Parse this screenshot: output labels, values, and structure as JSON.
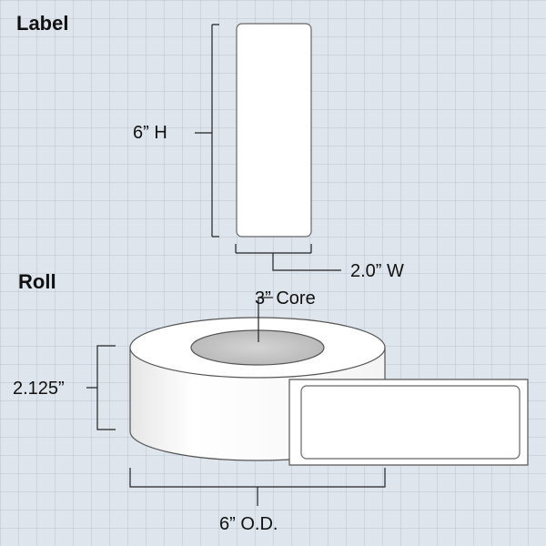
{
  "label_section": {
    "heading": "Label",
    "height_text": "6” H",
    "width_text": "2.0” W"
  },
  "roll_section": {
    "heading": "Roll",
    "core_text": "3” Core",
    "width_text": "2.125”",
    "outer_diameter_text": "6” O.D."
  },
  "colors": {
    "background": "#dfe5ec",
    "grid_line": "#b9c4d1",
    "label_fill": "#ffffff",
    "core_fill": "#c8c8c8",
    "outline": "#555555"
  }
}
